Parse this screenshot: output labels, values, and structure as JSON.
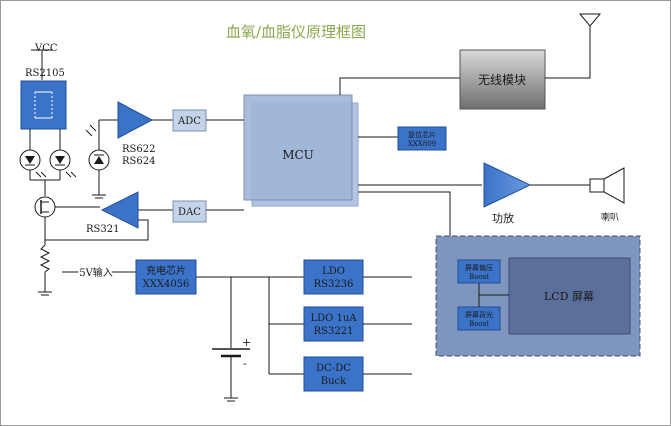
{
  "title": "血氧/血脂仪原理框图",
  "labels": {
    "vcc": "VCC",
    "rs2105": "RS2105",
    "rs622": "RS622",
    "rs624": "RS624",
    "rs321": "RS321",
    "adc": "ADC",
    "dac": "DAC",
    "mcu": "MCU",
    "wireless": "无线模块",
    "reset_line1": "复位芯片",
    "reset_line2": "XXX809",
    "amp": "功放",
    "speaker": "喇叭",
    "input_5v": "5V输入",
    "charger_line1": "充电芯片",
    "charger_line2": "XXX4056",
    "ldo1_line1": "LDO",
    "ldo1_line2": "RS3236",
    "ldo2_line1": "LDO 1uA",
    "ldo2_line2": "RS3221",
    "dcdc_line1": "DC-DC",
    "dcdc_line2": "Buck",
    "lcd": "LCD 屏幕",
    "bias_line1": "屏幕偏压",
    "bias_line2": "Boost",
    "backlight_line1": "屏幕背光",
    "backlight_line2": "Boost",
    "plus": "+",
    "minus": "-"
  },
  "colors": {
    "blue_block": "#3b73c8",
    "blue_dark": "#1f4e9a",
    "light_block": "#c5d3e8",
    "mcu_fill": "#9fb6d8",
    "gray_block": "#8a8a8a",
    "lcd_panel": "#7e95bd",
    "lcd_screen": "#5a6f99",
    "title": "#8aa84e",
    "line": "#1a1a1a"
  }
}
